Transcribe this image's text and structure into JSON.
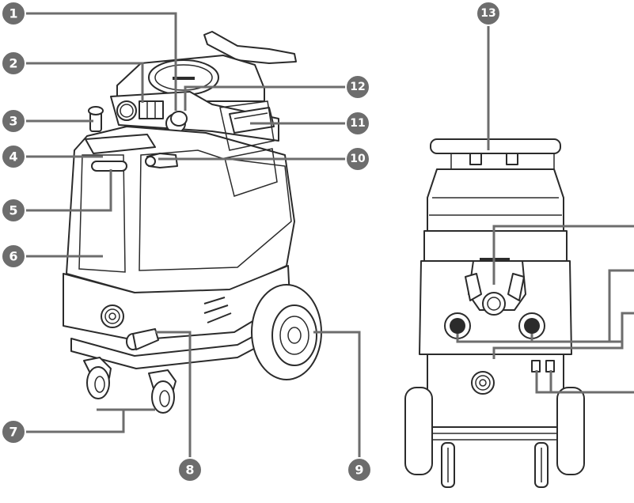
{
  "diagram": {
    "callouts": [
      {
        "id": "c1",
        "label": "1"
      },
      {
        "id": "c2",
        "label": "2"
      },
      {
        "id": "c3",
        "label": "3"
      },
      {
        "id": "c4",
        "label": "4"
      },
      {
        "id": "c5",
        "label": "5"
      },
      {
        "id": "c6",
        "label": "6"
      },
      {
        "id": "c7",
        "label": "7"
      },
      {
        "id": "c8",
        "label": "8"
      },
      {
        "id": "c9",
        "label": "9"
      },
      {
        "id": "c10",
        "label": "10"
      },
      {
        "id": "c11",
        "label": "11"
      },
      {
        "id": "c12",
        "label": "12"
      },
      {
        "id": "c13",
        "label": "13"
      }
    ],
    "colors": {
      "callout_fill": "#6d6d6d",
      "callout_text": "#ffffff",
      "line_art": "#2b2b2b"
    }
  }
}
